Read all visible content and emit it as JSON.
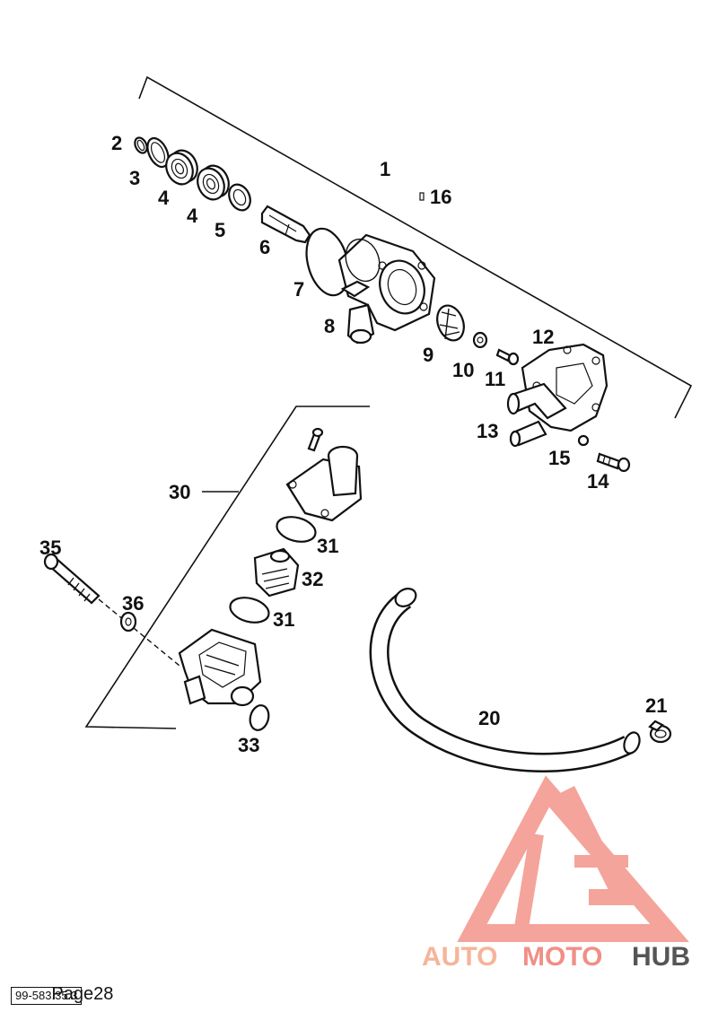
{
  "labels": {
    "p1": "1",
    "p2": "2",
    "p3": "3",
    "p4a": "4",
    "p4b": "4",
    "p5": "5",
    "p6": "6",
    "p7": "7",
    "p8": "8",
    "p9": "9",
    "p10": "10",
    "p11": "11",
    "p12": "12",
    "p13": "13",
    "p14": "14",
    "p15": "15",
    "p16": "16",
    "p20": "20",
    "p21": "21",
    "p30": "30",
    "p31a": "31",
    "p31b": "31",
    "p32": "32",
    "p33": "33",
    "p35": "35",
    "p36": "36"
  },
  "watermark": {
    "part1": "AUTO",
    "part2": "MOTO",
    "part3": "HUB",
    "color_light": "#f6b49a",
    "color_pink": "#f08f86",
    "color_dark": "#555555"
  },
  "footer": {
    "doc_code": "99-583.35.3",
    "page": "Page28"
  }
}
